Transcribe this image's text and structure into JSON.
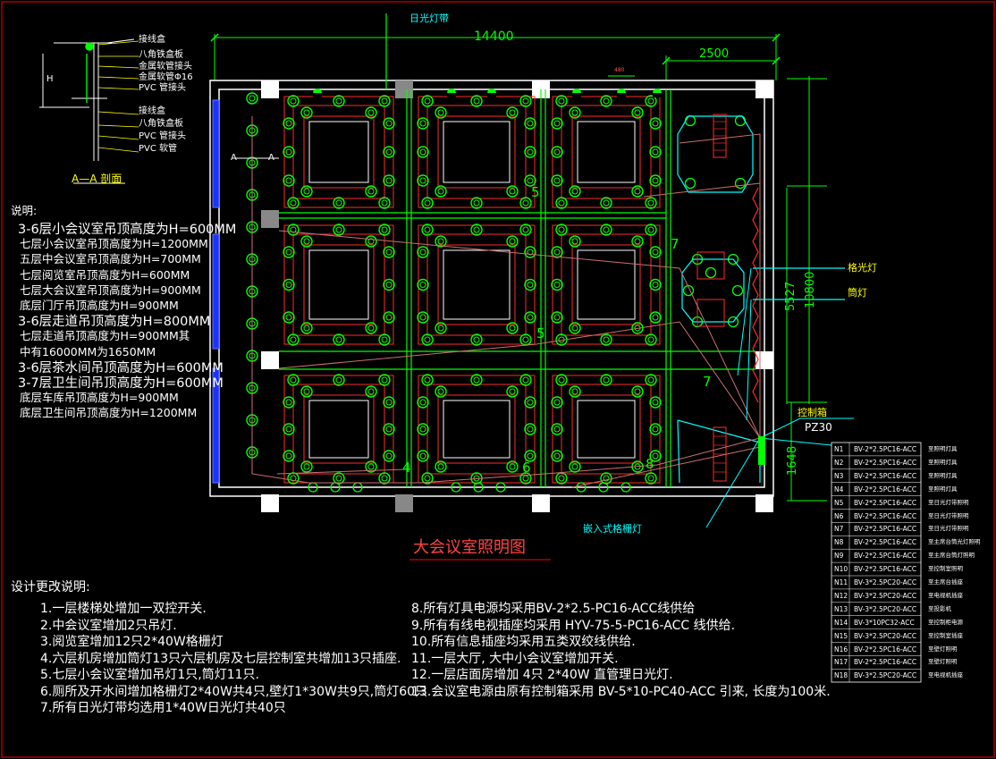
{
  "title": "大会议室照明图",
  "dimensions": {
    "total_width": "14400",
    "right_width": "2500",
    "height_total": "10800",
    "height_upper": "5527",
    "height_lower": "1648",
    "tiny_dim": "480"
  },
  "labels": {
    "daylight_strip": "日光灯带",
    "grille_light": "格光灯",
    "downlight": "筒灯",
    "control_box": "控制箱",
    "pz30": "PZ30",
    "embedded_grille": "嵌入式格栅灯",
    "section_mark_a1": "A",
    "section_mark_a2": "A",
    "circuit_nums": [
      "5",
      "5",
      "7",
      "7",
      "4",
      "6",
      "8"
    ]
  },
  "section": {
    "title": "A—A 剖面",
    "dim_h": "H",
    "items": [
      "接线盒",
      "八角铁盒板",
      "金属软管接头",
      "金属软管Φ16",
      "PVC 管接头",
      "接线盒",
      "八角铁盒板",
      "PVC 管接头",
      "PVC 软管"
    ]
  },
  "notes": {
    "heading": "说明:",
    "lines": [
      "3-6层小会议室吊顶高度为H=600MM",
      "七层小会议室吊顶高度为H=1200MM",
      "五层中会议室吊顶高度为H=700MM",
      "七层阅览室吊顶高度为H=600MM",
      "七层大会议室吊顶高度为H=900MM",
      "底层门厅吊顶高度为H=900MM",
      "3-6层走道吊顶高度为H=800MM",
      "七层走道吊顶高度为H=900MM其",
      "中有16000MM为1650MM",
      "3-6层茶水间吊顶高度为H=600MM",
      "3-7层卫生间吊顶高度为H=600MM",
      "底层车库吊顶高度为H=900MM",
      "底层卫生间吊顶高度为H=1200MM"
    ]
  },
  "changes": {
    "heading": "设计更改说明:",
    "left": [
      "1.一层楼梯处增加一双控开关.",
      "2.中会议室增加2只吊灯.",
      "3.阅览室增加12只2*40W格栅灯",
      "4.六层机房增加筒灯13只六层机房及七层控制室共增加13只插座.",
      "5.七层小会议室增加吊灯1只,筒灯11只.",
      "6.厕所及开水间增加格栅灯2*40W共4只,壁灯1*30W共9只,筒灯60只",
      "7.所有日光灯带均选用1*40W日光灯共40只"
    ],
    "right": [
      "8.所有灯具电源均采用BV-2*2.5-PC16-ACC线供给",
      "9.所有有线电视插座均采用 HYV-75-5-PC16-ACC 线供给.",
      "10.所有信息插座均采用五类双绞线供给.",
      "11.一层大厅, 大中小会议室增加开关.",
      "12.一层店面房增加 4只 2*40W 直管理日光灯.",
      "13.会议室电源由原有控制箱采用 BV-5*10-PC40-ACC 引来, 长度为100米."
    ]
  },
  "circuits": [
    {
      "id": "N1",
      "spec": "BV-2*2.5PC16-ACC",
      "desc": "至照明灯具"
    },
    {
      "id": "N2",
      "spec": "BV-2*2.5PC16-ACC",
      "desc": "至照明灯具"
    },
    {
      "id": "N3",
      "spec": "BV-2*2.5PC16-ACC",
      "desc": "至照明灯具"
    },
    {
      "id": "N4",
      "spec": "BV-2*2.5PC16-ACC",
      "desc": "至照明灯具"
    },
    {
      "id": "N5",
      "spec": "BV-2*2.5PC16-ACC",
      "desc": "至日光灯带照明"
    },
    {
      "id": "N6",
      "spec": "BV-2*2.5PC16-ACC",
      "desc": "至日光灯带照明"
    },
    {
      "id": "N7",
      "spec": "BV-2*2.5PC16-ACC",
      "desc": "至日光灯带照明"
    },
    {
      "id": "N8",
      "spec": "BV-2*2.5PC16-ACC",
      "desc": "至主席台筒光灯照明"
    },
    {
      "id": "N9",
      "spec": "BV-2*2.5PC16-ACC",
      "desc": "至主席台筒灯照明"
    },
    {
      "id": "N10",
      "spec": "BV-2*2.5PC16-ACC",
      "desc": "至控制室照明"
    },
    {
      "id": "N11",
      "spec": "BV-3*2.5PC20-ACC",
      "desc": "至主席台插座"
    },
    {
      "id": "N12",
      "spec": "BV-3*2.5PC20-ACC",
      "desc": "至电视机插座"
    },
    {
      "id": "N13",
      "spec": "BV-3*2.5PC20-ACC",
      "desc": "至投影机"
    },
    {
      "id": "N14",
      "spec": "BV-3*10PC32-ACC",
      "desc": "至控制柜电源"
    },
    {
      "id": "N15",
      "spec": "BV-3*2.5PC20-ACC",
      "desc": "至控制室插座"
    },
    {
      "id": "N16",
      "spec": "BV-2*2.5PC16-ACC",
      "desc": "至壁灯照明"
    },
    {
      "id": "N17",
      "spec": "BV-2*2.5PC16-ACC",
      "desc": "至壁灯照明"
    },
    {
      "id": "N18",
      "spec": "BV-3*2.5PC20-ACC",
      "desc": "至电视机插座"
    }
  ],
  "colors": {
    "background": "#000000",
    "wall": "#ffffff",
    "grid_green": "#00ff00",
    "ceiling_red": "#ff2a2a",
    "wire_pink": "#cc6f6f",
    "cyan": "#00ffff",
    "yellow": "#ffff00",
    "magenta": "#ff00ff",
    "blue": "#1a33ff"
  }
}
